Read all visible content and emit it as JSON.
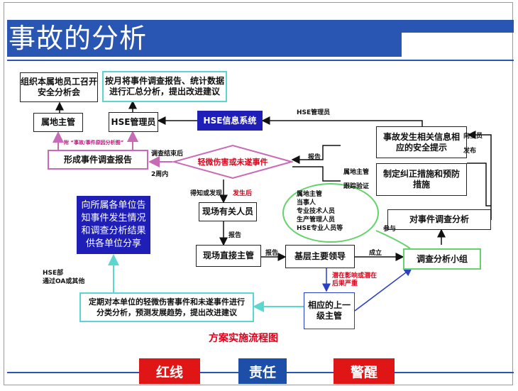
{
  "slide": {
    "title": "事故的分析",
    "caption": "方案实施流程图"
  },
  "boxes": {
    "meeting": "组织本属地员工召开安全分析会",
    "monthly": "按月将事件调查报告、统计数据进行汇总分析，提出改进建议",
    "local_supervisor": "属地主管",
    "hse_manager": "HSE管理员",
    "hse_system": "HSE信息系统",
    "report": "形成事件调查报告",
    "incident": "轻微伤害或未遂事件",
    "share_info": "事故发生相关信息相应的安全提示",
    "corrective": "制定纠正措施和预防措施",
    "onsite": "现场有关人员",
    "onsite_supervisor": "现场直接主管",
    "base_leader": "基层主要领导",
    "members": "属地主管\n当事人\n专业技术人员\n生产管理人员\nHSE专业人员等",
    "investigation": "对事件调查分析",
    "team": "调查分析小组",
    "notify": "向所属各单位告知事件发生情况和调查分析结果供各单位分享",
    "periodic": "定期对本单位的轻微伤害事件和未遂事件进行分类分析，预测发展趋势，提出改进建议",
    "upper": "相应的上一级主管"
  },
  "labels": {
    "hse_manager_top": "HSE管理员",
    "to_all": "向全员",
    "publish": "发布",
    "attach": "附 “事故/事件原因分析图”",
    "after_investigation": "调查结束后",
    "report_phase": "报告",
    "within_2_days": "2周内",
    "local_supervisor_side": "属地主管",
    "track_verify": "跟踪验证",
    "observed": "得知或发现",
    "occurred": "发生后",
    "report_1": "报告",
    "report_2": "报告",
    "establish": "成立",
    "participate": "参与",
    "hse_dept": "HSE部",
    "via_oa": "通过OA或其他",
    "severe": "潜在影响或潜在后果严重"
  },
  "footer": {
    "left": "红线",
    "center": "责任",
    "right": "警醒"
  },
  "colors": {
    "brand_blue": "#2a56b3",
    "red": "#e01616",
    "navy": "#1f1fb8"
  }
}
